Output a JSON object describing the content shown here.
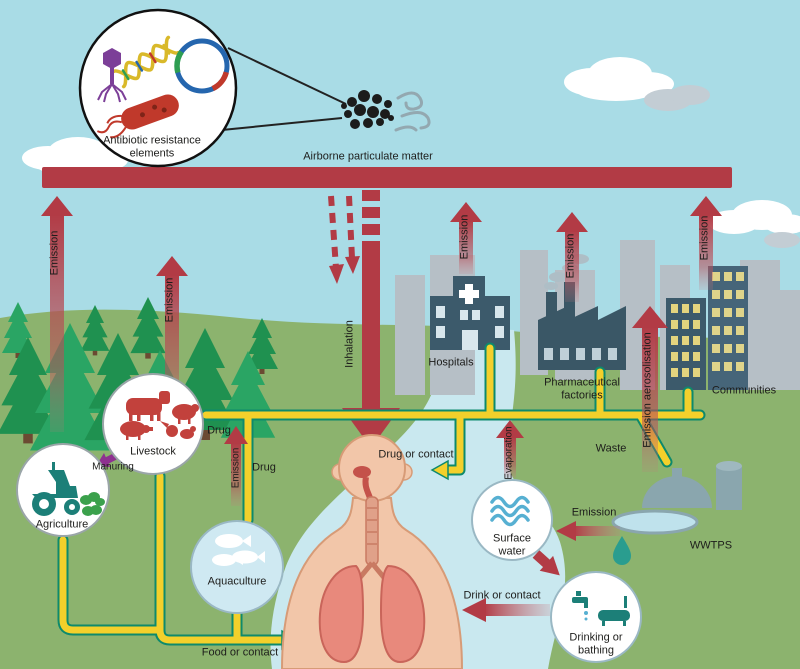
{
  "figure": {
    "inset_label": "Antibiotic resistance elements",
    "airborne_label": "Airborne particulate matter"
  },
  "flows": {
    "emission": "Emission",
    "emission_aerosolisation": "Emission aerosolisation",
    "inhalation": "Inhalation",
    "evaporation": "Evaporation",
    "manuring": "Manuring",
    "drug": "Drug",
    "drug_or_contact": "Drug or contact",
    "waste": "Waste",
    "food_or_contact": "Food or contact",
    "drink_or_contact": "Drink or contact"
  },
  "nodes": {
    "agriculture": "Agriculture",
    "livestock": "Livestock",
    "aquaculture": "Aquaculture",
    "hospitals": "Hospitals",
    "pharmaceutical_factories": "Pharmaceutical factories",
    "communities": "Communities",
    "surface_water": "Surface water",
    "wwtps": "WWTPS",
    "drinking_or_bathing": "Drinking or bathing"
  },
  "colors": {
    "sky": "#a9dce6",
    "land": "#8cb36e",
    "river": "#c9e8ef",
    "arrow_red": "#b23b45",
    "path_yellow": "#f3d02b",
    "path_green": "#0d8a6c",
    "building": "#3c5a6b",
    "teal": "#1c7f78",
    "purple": "#8e3190",
    "bacteria_red": "#c0392b"
  }
}
